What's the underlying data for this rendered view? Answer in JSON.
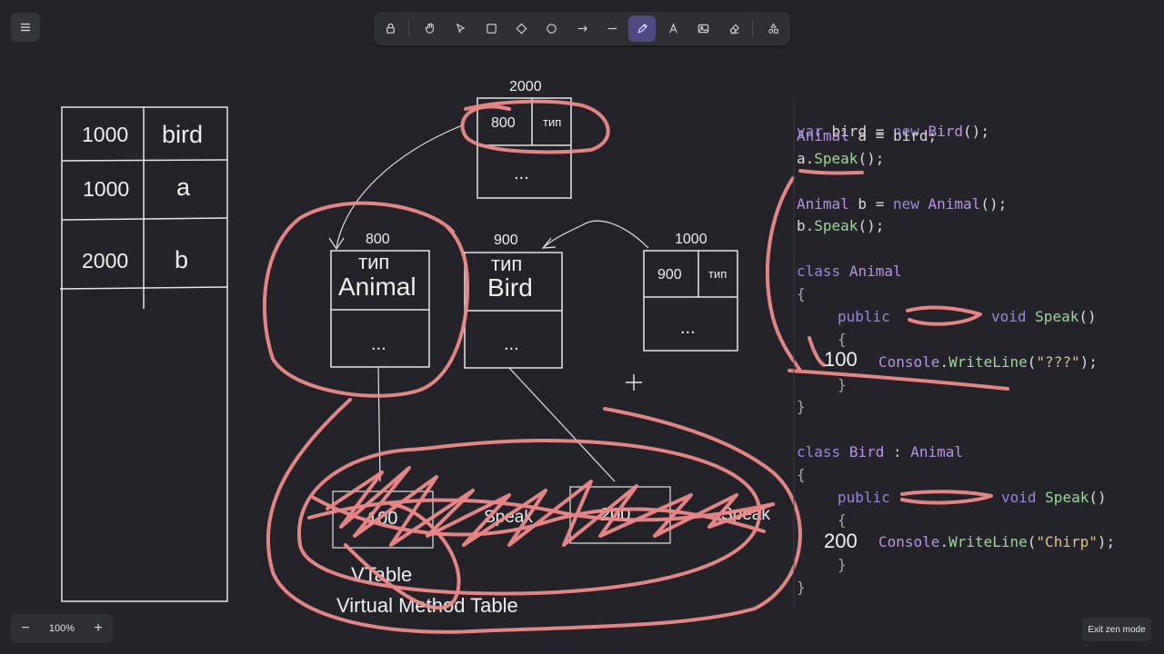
{
  "toolbar": {
    "tools": [
      "lock",
      "hand",
      "selection",
      "rectangle",
      "diamond",
      "ellipse",
      "arrow",
      "line",
      "draw",
      "text",
      "image",
      "eraser",
      "extra-tools"
    ],
    "active_tool": "draw"
  },
  "zoom": {
    "minus": "−",
    "value": "100%",
    "plus": "+"
  },
  "exit_zen": "Exit zen mode",
  "stack": {
    "rows": [
      {
        "address": "1000",
        "name": "bird"
      },
      {
        "address": "1000",
        "name": "a"
      },
      {
        "address": "2000",
        "name": "b"
      }
    ]
  },
  "heap": {
    "obj_2000": {
      "addr": "2000",
      "slot1": "800",
      "slot2": "тип",
      "rest": "..."
    },
    "obj_800": {
      "addr": "800",
      "type_label": "тип",
      "type_name": "Animal",
      "rest": "..."
    },
    "obj_900": {
      "addr": "900",
      "type_label": "тип",
      "type_name": "Bird",
      "rest": "..."
    },
    "obj_1000": {
      "addr": "1000",
      "slot1": "900",
      "slot2": "тип",
      "rest": "..."
    }
  },
  "vtable": {
    "left_value": "100",
    "left_method": "Speak",
    "right_value": "200",
    "right_method": "Speak",
    "caption1": "VTable",
    "caption2": "Virtual Method Table"
  },
  "code": {
    "l1_a": "var",
    "l1_b": " bird = ",
    "l1_c": "new",
    "l1_d": " ",
    "l1_e": "Bird",
    "l1_f": "();",
    "l2_a": "Animal",
    "l2_b": " a = bird;",
    "l3_a": "a.",
    "l3_b": "Speak",
    "l3_c": "();",
    "l4_a": "Animal",
    "l4_b": " b = ",
    "l4_c": "new",
    "l4_d": " ",
    "l4_e": "Animal",
    "l4_f": "();",
    "l5_a": "b.",
    "l5_b": "Speak",
    "l5_c": "();",
    "l6_a": "class",
    "l6_b": " ",
    "l6_c": "Animal",
    "brace_open": "{",
    "l8_a": "public",
    "l8_b": "void",
    "l8_c": "Speak",
    "l8_d": "()",
    "l9": "{",
    "l10_a": "Console",
    "l10_b": ".",
    "l10_c": "WriteLine",
    "l10_d": "(",
    "l10_e": "\"???\"",
    "l10_f": ");",
    "l11": "}",
    "brace_close": "}",
    "l13_a": "class",
    "l13_b": " ",
    "l13_c": "Bird",
    "l13_d": " : ",
    "l13_e": "Animal",
    "brace_open2": "{",
    "l15_a": "public",
    "l15_b": "void",
    "l15_c": "Speak",
    "l15_d": "()",
    "l16": "{",
    "l17_a": "Console",
    "l17_b": ".",
    "l17_c": "WriteLine",
    "l17_d": "(",
    "l17_e": "\"Chirp\"",
    "l17_f": ");",
    "l18": "}",
    "brace_close2": "}",
    "annot_animal": "100",
    "annot_bird": "200"
  },
  "colors": {
    "background": "#232329",
    "ink": "#e6e6e6",
    "marker": "#f08a8a",
    "accent": "#4e4a80"
  }
}
